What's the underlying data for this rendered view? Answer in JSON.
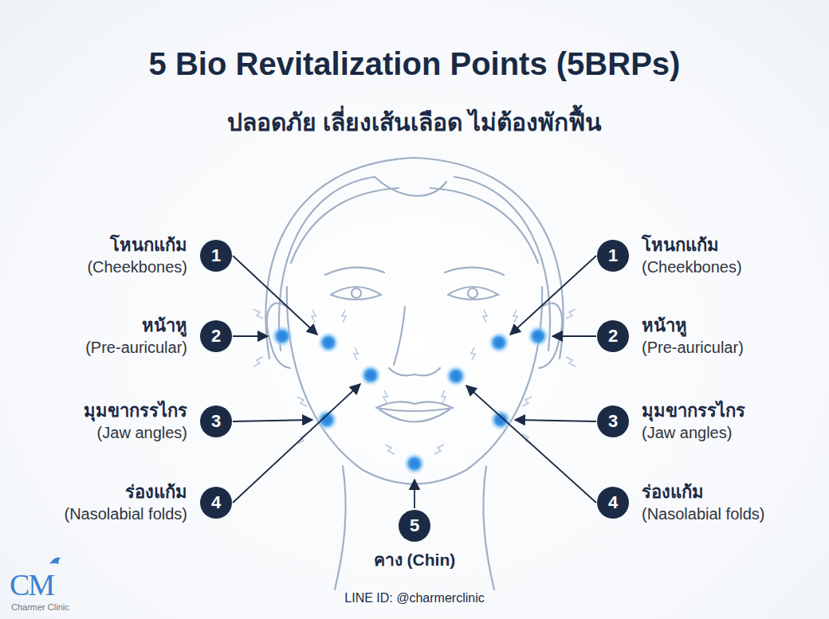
{
  "diagram": {
    "title": "5 Bio Revitalization Points (5BRPs)",
    "nodes": [
      {
        "text": [
          "1",
          "โหนกแก้ม",
          "(Cheekbones)"
        ]
      },
      {
        "text": [
          "1",
          "โหนกแก้ม",
          "(Cheekbones)"
        ]
      },
      {
        "text": [
          "2",
          "หน้าหู",
          "(Pre-auricular)"
        ]
      },
      {
        "text": [
          "2",
          "หน้าหู",
          "(Pre-auricular)"
        ]
      },
      {
        "text": [
          "3",
          "มุมขากรรไกร",
          "(Jaw angles)"
        ]
      },
      {
        "text": [
          "3",
          "มุมขากรรไกร",
          "(Jaw angles)"
        ]
      },
      {
        "text": [
          "4",
          "ร่องแก้ม",
          "(Nasolabial folds)"
        ]
      },
      {
        "text": [
          "4",
          "ร่องแก้ม",
          "(Nasolabial folds)"
        ]
      },
      {
        "text": [
          "5",
          "คาง (Chin)"
        ]
      }
    ],
    "labels": [
      "ปลอดภัย เลี่ยงเส้นเลือด ไม่ต้องพักฟื้น",
      "LINE ID: @charmerclinic",
      "CM",
      "Charmer Clinic"
    ]
  }
}
